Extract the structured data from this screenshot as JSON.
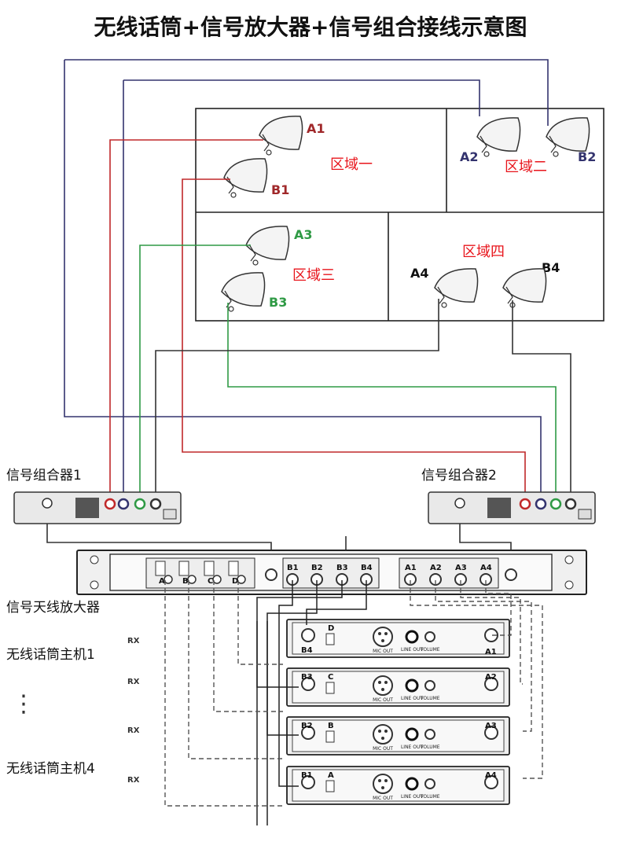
{
  "title": "无线话筒+信号放大器+信号组合接线示意图",
  "zones": {
    "zone1": "区域一",
    "zone2": "区域二",
    "zone3": "区域三",
    "zone4": "区域四"
  },
  "antennas": {
    "a1": "A1",
    "b1": "B1",
    "a2": "A2",
    "b2": "B2",
    "a3": "A3",
    "b3": "B3",
    "a4": "A4",
    "b4": "B4"
  },
  "devices": {
    "combiner1": "信号组合器1",
    "combiner2": "信号组合器2",
    "amplifier": "信号天线放大器",
    "receiver1": "无线话筒主机1",
    "receiver4": "无线话筒主机4",
    "ellipsis": "⋮"
  },
  "amp_ports": {
    "abcd": [
      "A",
      "B",
      "C",
      "D"
    ],
    "b_outputs": [
      "B1",
      "B2",
      "B3",
      "B4"
    ],
    "a_outputs": [
      "A1",
      "A2",
      "A3",
      "A4"
    ]
  },
  "receivers": {
    "rx": "RX",
    "units": [
      {
        "left": "B4",
        "right": "A1",
        "letter": "D"
      },
      {
        "left": "B3",
        "right": "A2",
        "letter": "C"
      },
      {
        "left": "B2",
        "right": "A3",
        "letter": "B"
      },
      {
        "left": "B1",
        "right": "A4",
        "letter": "A"
      }
    ],
    "mic_out": "MIC OUT",
    "line_out": "LINE OUT",
    "volume": "VOLUME"
  },
  "colors": {
    "red": "#c0282a",
    "navy": "#3a3a7a",
    "green": "#2f9a45",
    "dark": "#333333",
    "zone_text": "#e8141b"
  }
}
